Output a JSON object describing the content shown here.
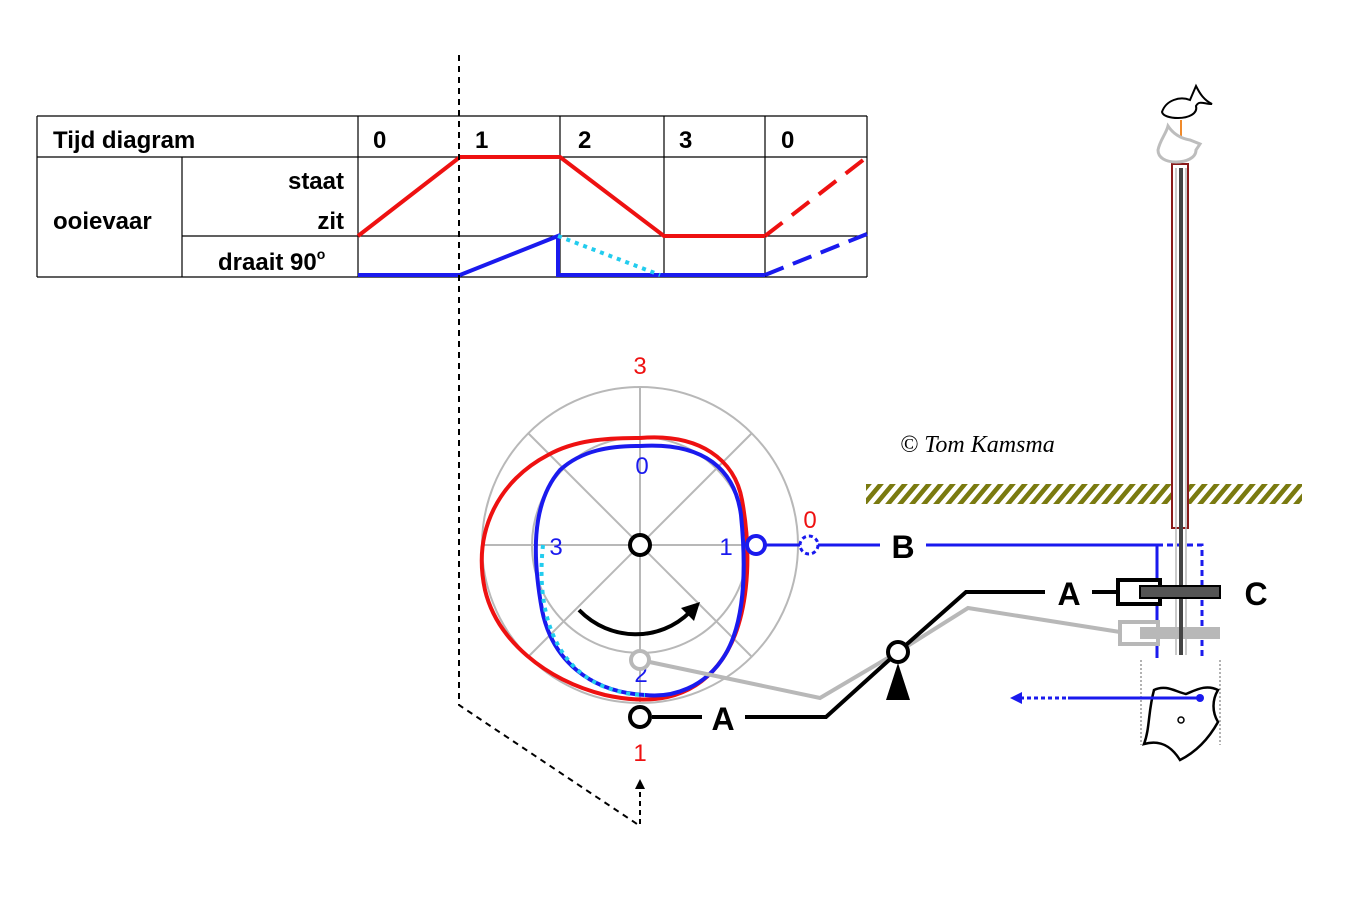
{
  "table": {
    "title": "Tijd diagram",
    "phases": [
      "0",
      "1",
      "2",
      "3",
      "0"
    ],
    "row_label": "ooievaar",
    "state_high": "staat",
    "state_low": "zit",
    "rotate_label": "draait 90",
    "rotate_unit": "o"
  },
  "cam": {
    "outer_labels": {
      "top": "3",
      "right": "0",
      "bottom": "1"
    },
    "inner_labels": {
      "top": "0",
      "right": "1",
      "bottom": "2",
      "left": "3"
    }
  },
  "links": {
    "a_lower": "A",
    "a_upper": "A",
    "b": "B",
    "c": "C"
  },
  "copyright": "© Tom Kamsma",
  "colors": {
    "lift": "#ee1111",
    "rotate": "#1a1aee",
    "rotate_alt": "#22ccee",
    "grey": "#b8b8b8",
    "ground": "#7a7a10"
  }
}
